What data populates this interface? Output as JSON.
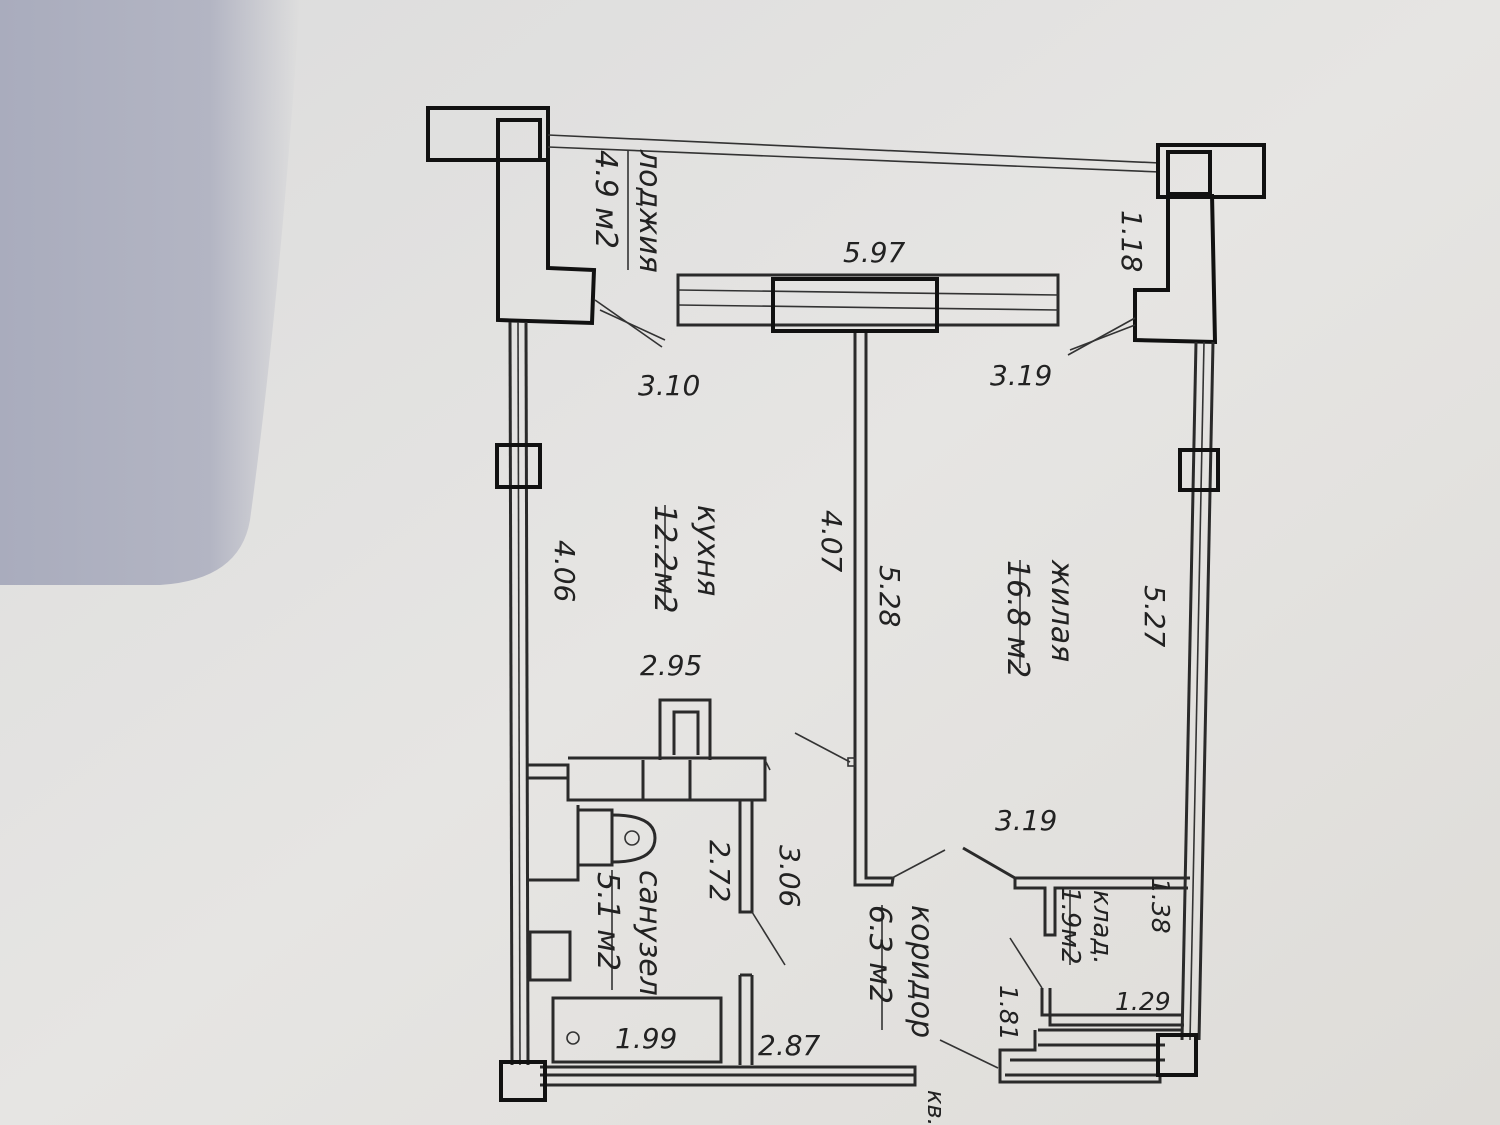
{
  "rooms": {
    "loggia": {
      "name": "лоджия",
      "area": "4.9 м2"
    },
    "kitchen": {
      "name": "кухня",
      "area": "12.2м2"
    },
    "living": {
      "name": "жилая",
      "area": "16.8 м2"
    },
    "bathroom": {
      "name": "санузел",
      "area": "5.1 м2"
    },
    "corridor": {
      "name": "коридор",
      "area": "6.3 м2"
    },
    "storage": {
      "name": "клад.",
      "area": "1.9м2"
    }
  },
  "dimensions": {
    "loggia_length": "5.97",
    "loggia_width": "1.18",
    "kitchen_window": "3.10",
    "living_window": "3.19",
    "kitchen_outer": "4.06",
    "kitchen_inner": "4.07",
    "living_left": "5.28",
    "living_right": "5.27",
    "kitchen_width": "2.95",
    "living_width": "3.19",
    "bathroom_side": "2.72",
    "corridor_side": "3.06",
    "bath_length": "1.99",
    "bathroom_bottom": "2.87",
    "storage_length": "1.38",
    "storage_width": "1.29",
    "corridor_end": "1.81"
  },
  "cut_label": "кв."
}
